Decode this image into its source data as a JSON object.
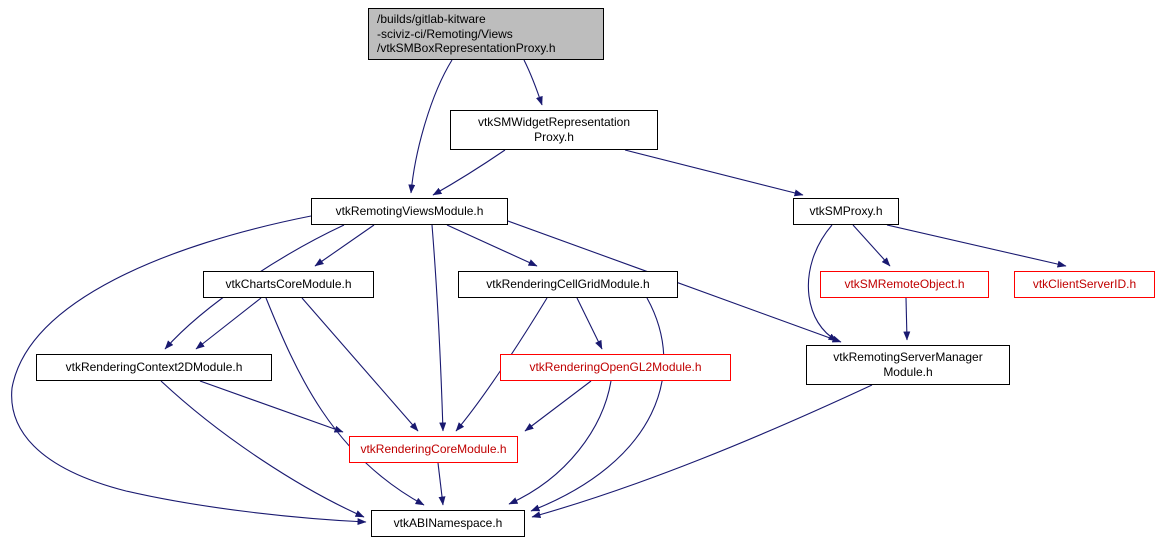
{
  "colors": {
    "edge": "#191970",
    "node_border": "#000000",
    "truncated_border": "#ff0000",
    "truncated_text": "#c00000",
    "main_fill": "#bdbdbd",
    "background": "#ffffff"
  },
  "graph": {
    "type": "include-dependency-graph",
    "nodes": [
      {
        "id": "main",
        "label": "/builds/gitlab-kitware\n-sciviz-ci/Remoting/Views\n/vtkSMBoxRepresentationProxy.h",
        "style": "main"
      },
      {
        "id": "widget",
        "label": "vtkSMWidgetRepresentation\nProxy.h",
        "style": "normal"
      },
      {
        "id": "views",
        "label": "vtkRemotingViewsModule.h",
        "style": "normal"
      },
      {
        "id": "smproxy",
        "label": "vtkSMProxy.h",
        "style": "normal"
      },
      {
        "id": "charts",
        "label": "vtkChartsCoreModule.h",
        "style": "normal"
      },
      {
        "id": "cellgrid",
        "label": "vtkRenderingCellGridModule.h",
        "style": "normal"
      },
      {
        "id": "smremote",
        "label": "vtkSMRemoteObject.h",
        "style": "truncated"
      },
      {
        "id": "clientserver",
        "label": "vtkClientServerID.h",
        "style": "truncated"
      },
      {
        "id": "context2d",
        "label": "vtkRenderingContext2DModule.h",
        "style": "normal"
      },
      {
        "id": "opengl2",
        "label": "vtkRenderingOpenGL2Module.h",
        "style": "truncated"
      },
      {
        "id": "servermanager",
        "label": "vtkRemotingServerManager\nModule.h",
        "style": "normal"
      },
      {
        "id": "renderingcore",
        "label": "vtkRenderingCoreModule.h",
        "style": "truncated"
      },
      {
        "id": "abinamespace",
        "label": "vtkABINamespace.h",
        "style": "normal"
      }
    ],
    "edges": [
      {
        "from": "main",
        "to": "widget"
      },
      {
        "from": "main",
        "to": "views"
      },
      {
        "from": "widget",
        "to": "views"
      },
      {
        "from": "widget",
        "to": "smproxy"
      },
      {
        "from": "views",
        "to": "charts"
      },
      {
        "from": "views",
        "to": "cellgrid"
      },
      {
        "from": "views",
        "to": "context2d"
      },
      {
        "from": "views",
        "to": "renderingcore"
      },
      {
        "from": "views",
        "to": "abinamespace"
      },
      {
        "from": "views",
        "to": "servermanager"
      },
      {
        "from": "smproxy",
        "to": "smremote"
      },
      {
        "from": "smproxy",
        "to": "clientserver"
      },
      {
        "from": "smproxy",
        "to": "servermanager"
      },
      {
        "from": "smremote",
        "to": "servermanager"
      },
      {
        "from": "charts",
        "to": "context2d"
      },
      {
        "from": "charts",
        "to": "renderingcore"
      },
      {
        "from": "charts",
        "to": "abinamespace"
      },
      {
        "from": "cellgrid",
        "to": "opengl2"
      },
      {
        "from": "cellgrid",
        "to": "renderingcore"
      },
      {
        "from": "cellgrid",
        "to": "abinamespace"
      },
      {
        "from": "context2d",
        "to": "renderingcore"
      },
      {
        "from": "context2d",
        "to": "abinamespace"
      },
      {
        "from": "opengl2",
        "to": "renderingcore"
      },
      {
        "from": "opengl2",
        "to": "abinamespace"
      },
      {
        "from": "renderingcore",
        "to": "abinamespace"
      },
      {
        "from": "servermanager",
        "to": "abinamespace"
      }
    ]
  }
}
